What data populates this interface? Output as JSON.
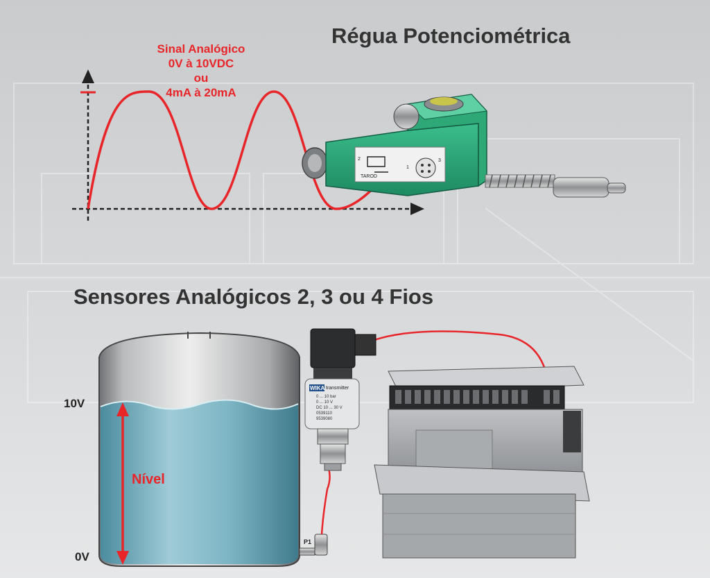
{
  "titles": {
    "top": "Régua Potenciométrica",
    "bottom": "Sensores Analógicos  2, 3 ou 4 Fios"
  },
  "signal": {
    "lines": [
      "Sinal Analógico",
      "0V à 10VDC",
      "ou",
      "4mA à 20mA"
    ]
  },
  "tank": {
    "level_top": "10V",
    "level_bottom": "0V",
    "level_label": "Nível",
    "sensor_port": "P1"
  },
  "sensor": {
    "brand": "WIKA",
    "model": "transmitter",
    "spec_lines": [
      "0 ... 10 bar",
      "0 ... 10 V",
      "DC 10 ... 30 V",
      "0539110",
      "9539080"
    ]
  },
  "potentiometer": {
    "brand": "TAROD",
    "pins": [
      "1",
      "2",
      "3"
    ]
  },
  "colors": {
    "signal": "#e8262a",
    "water": "#5fa3b4",
    "sensor_body": "#2aa07a"
  }
}
